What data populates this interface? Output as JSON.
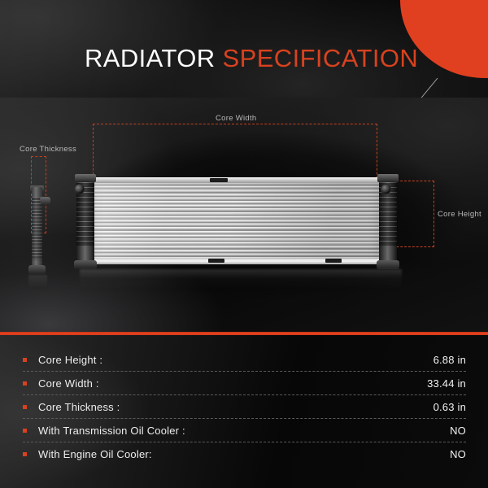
{
  "header": {
    "title_primary": "RADIATOR",
    "title_accent": "SPECIFICATION",
    "accent_color": "#d8421f"
  },
  "diagram": {
    "labels": {
      "core_width": "Core Width",
      "core_height": "Core Height",
      "core_thickness": "Core Thickness"
    },
    "dimension_line_color": "#c44020",
    "label_color": "#b9b9b9",
    "product": "radiator",
    "views": {
      "front": "radiator-front-view",
      "side": "radiator-side-view"
    }
  },
  "specs": {
    "bullet_color": "#d8421f",
    "rows": [
      {
        "label": "Core Height :",
        "value": "6.88 in"
      },
      {
        "label": "Core Width :",
        "value": "33.44 in"
      },
      {
        "label": "Core Thickness :",
        "value": "0.63 in"
      },
      {
        "label": "With Transmission Oil Cooler :",
        "value": "NO"
      },
      {
        "label": "With Engine Oil Cooler:",
        "value": "NO"
      }
    ]
  }
}
